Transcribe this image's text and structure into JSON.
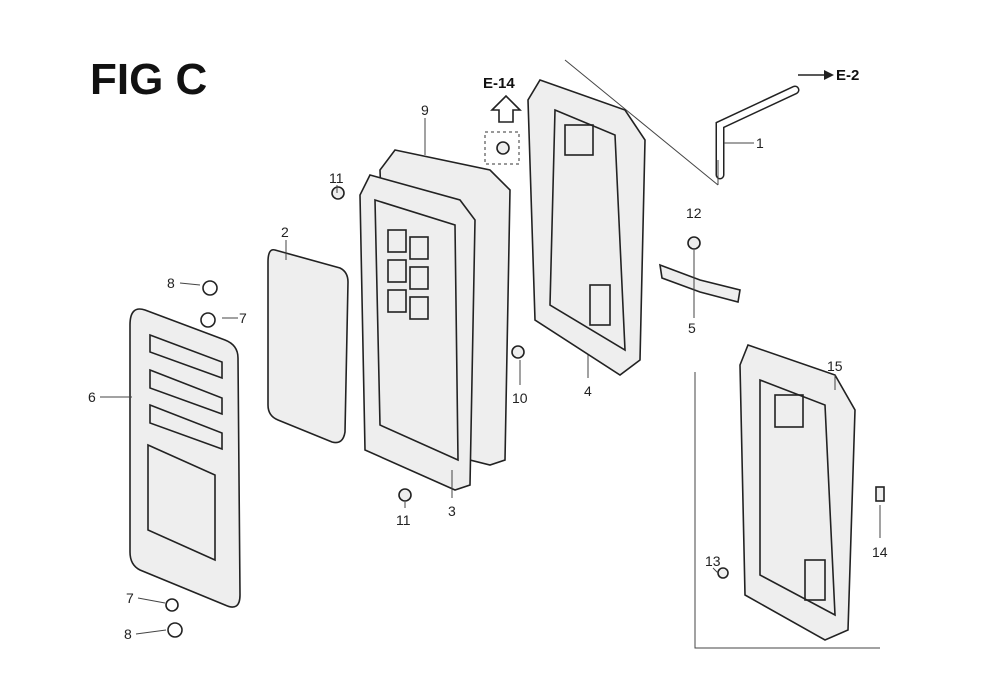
{
  "figure": {
    "title": "FIG C",
    "references": {
      "up_ref": "E-14",
      "right_ref": "E-2"
    },
    "part_labels": {
      "p1": "1",
      "p2": "2",
      "p3": "3",
      "p4": "4",
      "p5": "5",
      "p6": "6",
      "p7a": "7",
      "p7b": "7",
      "p8a": "8",
      "p8b": "8",
      "p9": "9",
      "p10": "10",
      "p11a": "11",
      "p11b": "11",
      "p12": "12",
      "p13": "13",
      "p14": "14",
      "p15": "15"
    }
  }
}
